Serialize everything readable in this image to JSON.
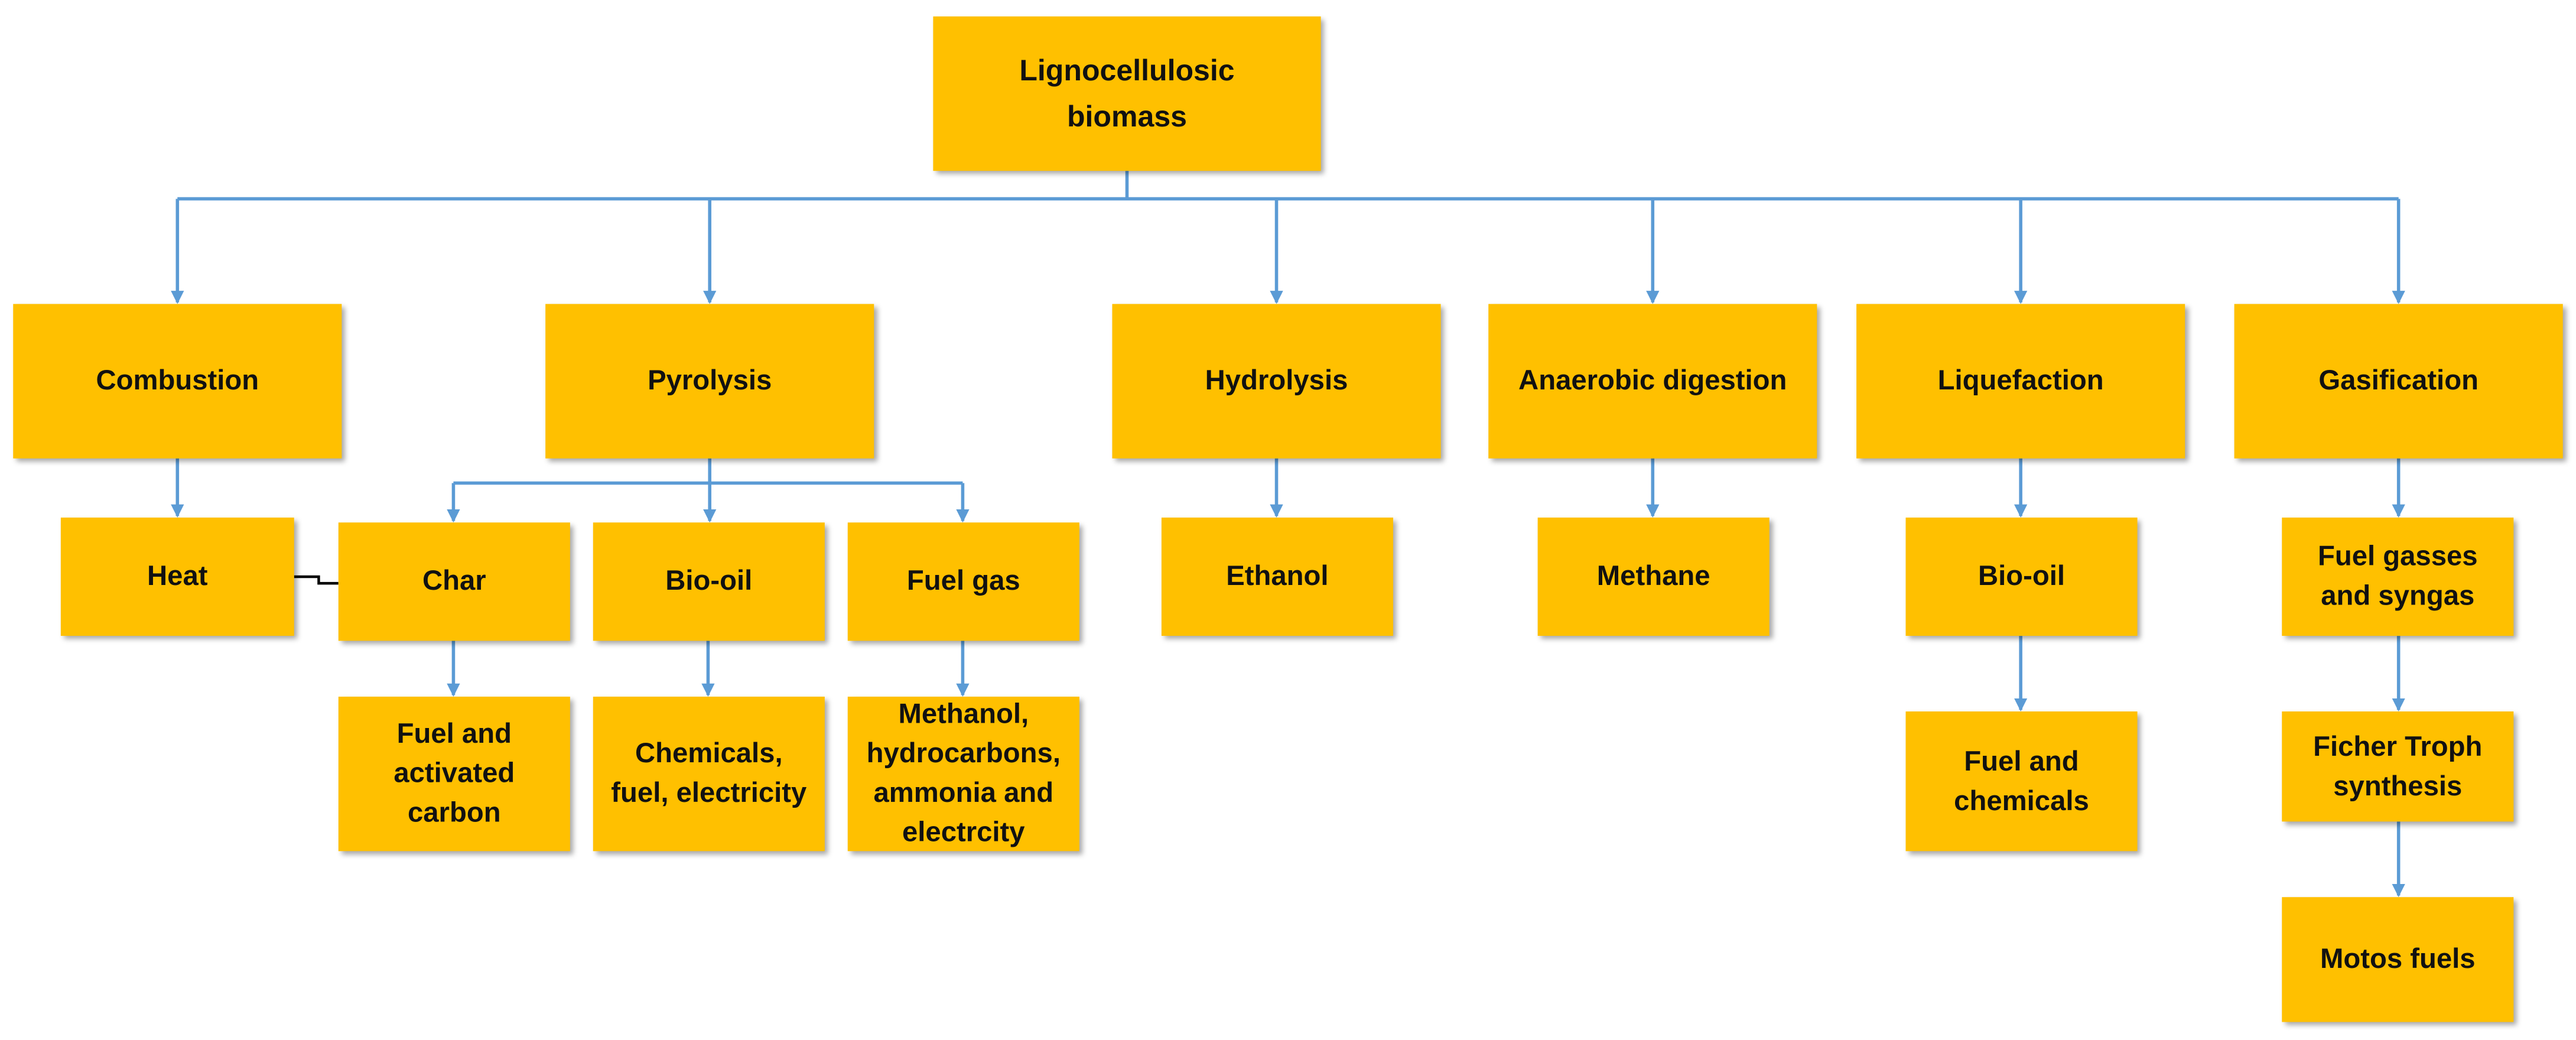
{
  "colors": {
    "box": "#ffc000",
    "link": "#5b9bd5",
    "text": "#111111"
  },
  "nodes": {
    "root": "Lignocellulosic\nbiomass",
    "combustion": "Combustion",
    "pyrolysis": "Pyrolysis",
    "hydrolysis": "Hydrolysis",
    "anaerobic": "Anaerobic digestion",
    "liquefaction": "Liquefaction",
    "gasification": "Gasification",
    "heat": "Heat",
    "char": "Char",
    "bio_oil_pyro": "Bio-oil",
    "fuel_gas": "Fuel gas",
    "ethanol": "Ethanol",
    "methane": "Methane",
    "bio_oil_liq": "Bio-oil",
    "fuel_gasses": "Fuel gasses\nand syngas",
    "fuel_activated": "Fuel and\nactivated\ncarbon",
    "chemicals": "Chemicals,\nfuel, electricity",
    "methanol": "Methanol,\nhydrocarbons,\nammonia and\nelectrcity",
    "fuel_chemicals": "Fuel and\nchemicals",
    "ficher": "Ficher Troph\nsynthesis",
    "motos": "Motos fuels"
  }
}
